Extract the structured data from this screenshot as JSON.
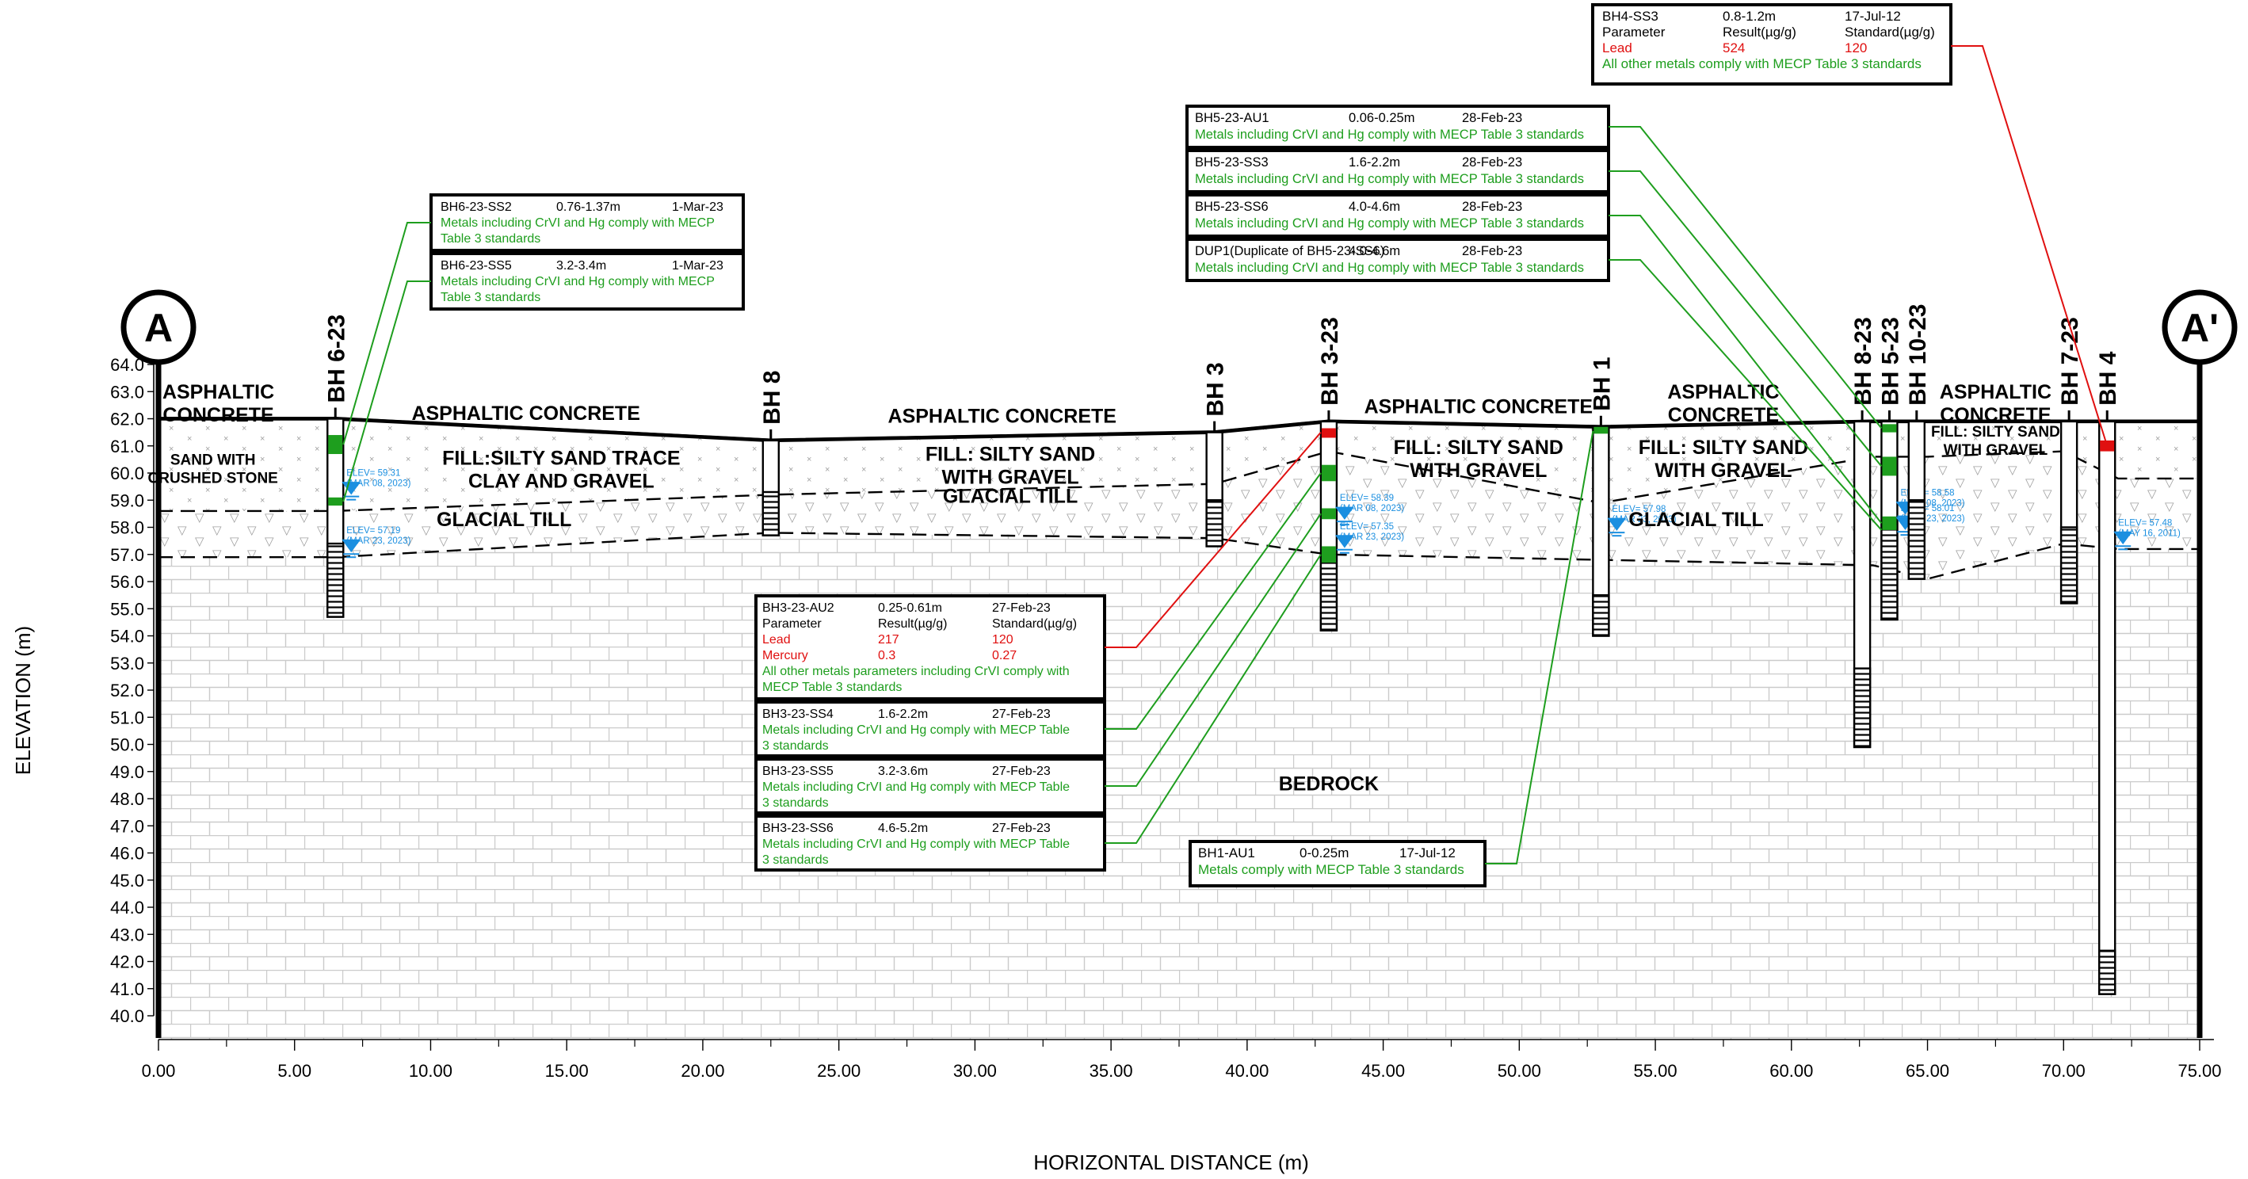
{
  "colors": {
    "pass": "#1e9e1e",
    "fail": "#e01010",
    "water": "#1b8fe0",
    "ink": "#000000",
    "brick": "#c8c8c8",
    "fill_mark": "#9a9a9a"
  },
  "chart_data": {
    "type": "geological-cross-section",
    "title": "",
    "xlabel": "HORIZONTAL DISTANCE (m)",
    "ylabel": "ELEVATION (m)",
    "xlim": [
      0,
      75
    ],
    "ylim": [
      40,
      64
    ],
    "x_ticks": [
      "0.00",
      "5.00",
      "10.00",
      "15.00",
      "20.00",
      "25.00",
      "30.00",
      "35.00",
      "40.00",
      "45.00",
      "50.00",
      "55.00",
      "60.00",
      "65.00",
      "70.00",
      "75.00"
    ],
    "y_ticks": [
      "40.0",
      "41.0",
      "42.0",
      "43.0",
      "44.0",
      "45.0",
      "46.0",
      "47.0",
      "48.0",
      "49.0",
      "50.0",
      "51.0",
      "52.0",
      "53.0",
      "54.0",
      "55.0",
      "56.0",
      "57.0",
      "58.0",
      "59.0",
      "60.0",
      "61.0",
      "62.0",
      "63.0",
      "64.0"
    ],
    "section_markers": [
      {
        "label": "A",
        "x": 0,
        "top": 64.9
      },
      {
        "label": "A'",
        "x": 75,
        "top": 64.9
      }
    ],
    "surface": [
      [
        0,
        62.0
      ],
      [
        6.5,
        62.0
      ],
      [
        22.5,
        61.2
      ],
      [
        38.8,
        61.5
      ],
      [
        43,
        61.9
      ],
      [
        53,
        61.7
      ],
      [
        63,
        61.9
      ],
      [
        75,
        61.9
      ]
    ],
    "fill_base": [
      [
        0,
        58.6
      ],
      [
        6.5,
        58.6
      ],
      [
        22.5,
        59.2
      ],
      [
        38.8,
        59.6
      ],
      [
        43,
        60.8
      ],
      [
        53,
        58.9
      ],
      [
        63,
        60.6
      ],
      [
        65,
        60.6
      ],
      [
        70,
        60.8
      ],
      [
        72,
        59.8
      ],
      [
        75,
        59.8
      ]
    ],
    "till_base": [
      [
        0,
        56.9
      ],
      [
        6.5,
        56.9
      ],
      [
        22.5,
        57.8
      ],
      [
        38.8,
        57.6
      ],
      [
        43,
        57.0
      ],
      [
        53,
        56.8
      ],
      [
        63,
        56.6
      ],
      [
        65,
        56.1
      ],
      [
        70,
        57.4
      ],
      [
        72,
        57.2
      ],
      [
        75,
        57.2
      ]
    ],
    "layers": [
      {
        "label": "ASPHALTIC\nCONCRETE",
        "x": 2.2,
        "y": 62.75
      },
      {
        "label": "ASPHALTIC CONCRETE",
        "x": 13.5,
        "y": 61.95
      },
      {
        "label": "ASPHALTIC CONCRETE",
        "x": 31.0,
        "y": 61.85
      },
      {
        "label": "ASPHALTIC CONCRETE",
        "x": 48.5,
        "y": 62.2
      },
      {
        "label": "ASPHALTIC\nCONCRETE",
        "x": 57.5,
        "y": 62.75
      },
      {
        "label": "ASPHALTIC\nCONCRETE",
        "x": 67.5,
        "y": 62.75
      },
      {
        "label": "SAND WITH\nCRUSHED STONE",
        "x": 2.0,
        "y": 60.3
      },
      {
        "label": "FILL:SILTY SAND TRACE\nCLAY AND GRAVEL",
        "x": 14.8,
        "y": 60.3
      },
      {
        "label": "FILL: SILTY SAND\nWITH GRAVEL",
        "x": 31.3,
        "y": 60.45
      },
      {
        "label": "FILL: SILTY SAND\nWITH GRAVEL",
        "x": 48.5,
        "y": 60.7
      },
      {
        "label": "FILL: SILTY SAND\nWITH GRAVEL",
        "x": 57.5,
        "y": 60.7
      },
      {
        "label": "FILL: SILTY SAND\nWITH GRAVEL",
        "x": 67.5,
        "y": 61.35
      },
      {
        "label": "GLACIAL TILL",
        "x": 12.7,
        "y": 58.05
      },
      {
        "label": "GLACIAL TILL",
        "x": 31.3,
        "y": 58.9
      },
      {
        "label": "GLACIAL TILL",
        "x": 56.5,
        "y": 58.05
      },
      {
        "label": "BEDROCK",
        "x": 43.0,
        "y": 48.3
      }
    ],
    "boreholes": [
      {
        "name": "BH 6-23",
        "x": 6.5,
        "top": 62.0,
        "bottom": 54.7,
        "screen_top": 57.4,
        "samples": [
          {
            "from": 61.4,
            "to": 60.7,
            "status": "pass"
          },
          {
            "from": 59.1,
            "to": 58.8,
            "status": "pass"
          }
        ],
        "water": [
          {
            "elev": 59.31,
            "date": "MAR 08, 2023"
          },
          {
            "elev": 57.19,
            "date": "MAR 23, 2023"
          }
        ]
      },
      {
        "name": "BH 8",
        "x": 22.5,
        "top": 61.2,
        "bottom": 57.7,
        "screen_top": 59.3,
        "samples": [],
        "water": []
      },
      {
        "name": "BH 3",
        "x": 38.8,
        "top": 61.5,
        "bottom": 57.3,
        "screen_top": 59.0,
        "samples": [],
        "water": []
      },
      {
        "name": "BH 3-23",
        "x": 43.0,
        "top": 61.9,
        "bottom": 54.2,
        "screen_top": 57.0,
        "samples": [
          {
            "from": 61.65,
            "to": 61.3,
            "status": "fail"
          },
          {
            "from": 60.3,
            "to": 59.7,
            "status": "pass"
          },
          {
            "from": 58.7,
            "to": 58.3,
            "status": "pass"
          },
          {
            "from": 57.3,
            "to": 56.7,
            "status": "pass"
          }
        ],
        "water": [
          {
            "elev": 58.39,
            "date": "MAR 08, 2023"
          },
          {
            "elev": 57.35,
            "date": "MAR 23, 2023"
          }
        ]
      },
      {
        "name": "BH 1",
        "x": 53.0,
        "top": 61.7,
        "bottom": 54.0,
        "screen_top": 55.5,
        "samples": [
          {
            "from": 61.7,
            "to": 61.45,
            "status": "pass"
          }
        ],
        "water": [
          {
            "elev": 57.98,
            "date": "MAR 23, 2023"
          }
        ]
      },
      {
        "name": "BH 8-23",
        "x": 62.6,
        "top": 61.9,
        "bottom": 49.9,
        "screen_top": 52.8,
        "samples": [],
        "water": []
      },
      {
        "name": "BH 5-23",
        "x": 63.6,
        "top": 61.9,
        "bottom": 54.6,
        "screen_top": 58.2,
        "samples": [
          {
            "from": 61.8,
            "to": 61.5,
            "status": "pass"
          },
          {
            "from": 60.6,
            "to": 59.9,
            "status": "pass"
          },
          {
            "from": 58.4,
            "to": 57.9,
            "status": "pass"
          }
        ],
        "water": [
          {
            "elev": 58.58,
            "date": "MAR 08, 2023"
          },
          {
            "elev": 58.01,
            "date": "MAR 23, 2023"
          }
        ]
      },
      {
        "name": "BH 10-23",
        "x": 64.6,
        "top": 61.9,
        "bottom": 56.1,
        "screen_top": 59.0,
        "samples": [],
        "water": []
      },
      {
        "name": "BH 7-23",
        "x": 70.2,
        "top": 61.9,
        "bottom": 55.2,
        "screen_top": 58.0,
        "samples": [],
        "water": []
      },
      {
        "name": "BH 4",
        "x": 71.6,
        "top": 61.9,
        "bottom": 40.8,
        "screen_top": 42.4,
        "samples": [
          {
            "from": 61.2,
            "to": 60.8,
            "status": "fail"
          }
        ],
        "water": [
          {
            "elev": 57.48,
            "date": "MAY 16, 2011"
          }
        ]
      }
    ],
    "callouts": [
      {
        "id": "bh4-ss3",
        "target_bh": "BH 4",
        "target_elev": 61.0,
        "color": "fail",
        "blocks": [
          {
            "rows": [
              {
                "cells": [
                  "BH4-SS3",
                  "0.8-1.2m",
                  "17-Jul-12"
                ],
                "color": "ink"
              },
              {
                "cells": [
                  "Parameter",
                  "Result(µg/g)",
                  "Standard(µg/g)"
                ],
                "color": "ink"
              },
              {
                "cells": [
                  "Lead",
                  "524",
                  "120"
                ],
                "color": "fail"
              },
              {
                "cells": [
                  "All other metals comply with MECP Table 3 standards"
                ],
                "color": "pass"
              }
            ]
          }
        ]
      },
      {
        "id": "bh5-23",
        "target_bh": "BH 5-23",
        "color": "pass",
        "blocks": [
          {
            "target_elev": 61.65,
            "rows": [
              {
                "cells": [
                  "BH5-23-AU1",
                  "0.06-0.25m",
                  "28-Feb-23"
                ],
                "color": "ink"
              },
              {
                "cells": [
                  "Metals including CrVI and  Hg comply with MECP Table 3 standards"
                ],
                "color": "pass"
              }
            ]
          },
          {
            "target_elev": 60.25,
            "rows": [
              {
                "cells": [
                  "BH5-23-SS3",
                  "1.6-2.2m",
                  "28-Feb-23"
                ],
                "color": "ink"
              },
              {
                "cells": [
                  "Metals including CrVI and  Hg comply with MECP Table 3 standards"
                ],
                "color": "pass"
              }
            ]
          },
          {
            "target_elev": 58.15,
            "rows": [
              {
                "cells": [
                  "BH5-23-SS6",
                  "4.0-4.6m",
                  "28-Feb-23"
                ],
                "color": "ink"
              },
              {
                "cells": [
                  "Metals including CrVI and  Hg comply with MECP Table 3 standards"
                ],
                "color": "pass"
              }
            ]
          },
          {
            "target_elev": 57.9,
            "rows": [
              {
                "cells": [
                  "DUP1(Duplicate of BH5-23-SS6)",
                  "4.0-4.6m",
                  "28-Feb-23"
                ],
                "color": "ink"
              },
              {
                "cells": [
                  "Metals including CrVI and  Hg comply with MECP Table 3 standards"
                ],
                "color": "pass"
              }
            ]
          }
        ]
      },
      {
        "id": "bh6-23",
        "target_bh": "BH 6-23",
        "color": "pass",
        "blocks": [
          {
            "target_elev": 61.05,
            "rows": [
              {
                "cells": [
                  "BH6-23-SS2",
                  "0.76-1.37m",
                  "1-Mar-23"
                ],
                "color": "ink"
              },
              {
                "cells": [
                  "Metals including CrVI and  Hg comply with MECP"
                ],
                "color": "pass"
              },
              {
                "cells": [
                  "Table 3 standards"
                ],
                "color": "pass"
              }
            ]
          },
          {
            "target_elev": 58.95,
            "rows": [
              {
                "cells": [
                  "BH6-23-SS5",
                  "3.2-3.4m",
                  "1-Mar-23"
                ],
                "color": "ink"
              },
              {
                "cells": [
                  "Metals including CrVI and  Hg comply with MECP"
                ],
                "color": "pass"
              },
              {
                "cells": [
                  "Table 3 standards"
                ],
                "color": "pass"
              }
            ]
          }
        ]
      },
      {
        "id": "bh3-23",
        "target_bh": "BH 3-23",
        "color": "pass",
        "blocks": [
          {
            "target_elev": 61.5,
            "color": "fail",
            "rows": [
              {
                "cells": [
                  "BH3-23-AU2",
                  "0.25-0.61m",
                  "27-Feb-23"
                ],
                "color": "ink"
              },
              {
                "cells": [
                  "Parameter",
                  "Result(µg/g)",
                  "Standard(µg/g)"
                ],
                "color": "ink"
              },
              {
                "cells": [
                  "Lead",
                  "217",
                  "120"
                ],
                "color": "fail"
              },
              {
                "cells": [
                  "Mercury",
                  "0.3",
                  "0.27"
                ],
                "color": "fail"
              },
              {
                "cells": [
                  "All other metals parameters including CrVI comply with"
                ],
                "color": "pass"
              },
              {
                "cells": [
                  "MECP Table 3 standards"
                ],
                "color": "pass"
              }
            ]
          },
          {
            "target_elev": 60.0,
            "rows": [
              {
                "cells": [
                  "BH3-23-SS4",
                  "1.6-2.2m",
                  "27-Feb-23"
                ],
                "color": "ink"
              },
              {
                "cells": [
                  "Metals including CrVI and  Hg comply with MECP Table"
                ],
                "color": "pass"
              },
              {
                "cells": [
                  "3 standards"
                ],
                "color": "pass"
              }
            ]
          },
          {
            "target_elev": 58.5,
            "rows": [
              {
                "cells": [
                  "BH3-23-SS5",
                  "3.2-3.6m",
                  "27-Feb-23"
                ],
                "color": "ink"
              },
              {
                "cells": [
                  "Metals including CrVI and  Hg comply with MECP Table"
                ],
                "color": "pass"
              },
              {
                "cells": [
                  "3 standards"
                ],
                "color": "pass"
              }
            ]
          },
          {
            "target_elev": 57.0,
            "rows": [
              {
                "cells": [
                  "BH3-23-SS6",
                  "4.6-5.2m",
                  "27-Feb-23"
                ],
                "color": "ink"
              },
              {
                "cells": [
                  "Metals including CrVI and  Hg comply with MECP Table"
                ],
                "color": "pass"
              },
              {
                "cells": [
                  "3 standards"
                ],
                "color": "pass"
              }
            ]
          }
        ]
      },
      {
        "id": "bh1-au1",
        "target_bh": "BH 1",
        "color": "pass",
        "blocks": [
          {
            "target_elev": 61.55,
            "rows": [
              {
                "cells": [
                  "BH1-AU1",
                  "0-0.25m",
                  "17-Jul-12"
                ],
                "color": "ink"
              },
              {
                "cells": [
                  "Metals comply with MECP Table 3 standards"
                ],
                "color": "pass"
              }
            ]
          }
        ]
      }
    ]
  }
}
